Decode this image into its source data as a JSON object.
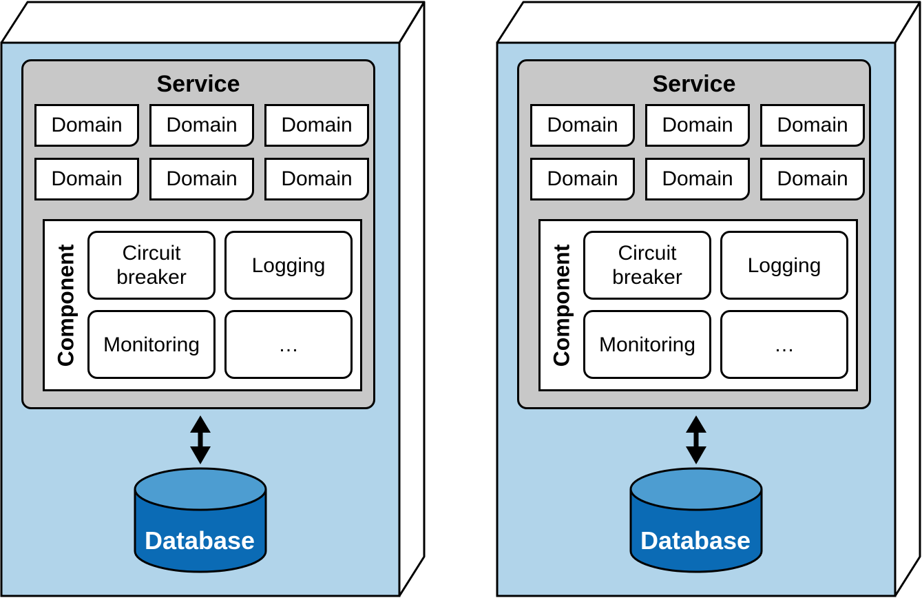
{
  "colors": {
    "container_fill": "#b1d4ea",
    "service_fill": "#c8c8c8",
    "database_body": "#0b6bb5",
    "database_top": "#4d9dd1",
    "stroke": "#000000"
  },
  "units": [
    {
      "service_title": "Service",
      "domains": [
        "Domain",
        "Domain",
        "Domain",
        "Domain",
        "Domain",
        "Domain"
      ],
      "component_label": "Component",
      "components": [
        {
          "line1": "Circuit",
          "line2": "breaker"
        },
        {
          "line1": "Logging",
          "line2": ""
        },
        {
          "line1": "Monitoring",
          "line2": ""
        },
        {
          "line1": "…",
          "line2": ""
        }
      ],
      "database_label": "Database"
    },
    {
      "service_title": "Service",
      "domains": [
        "Domain",
        "Domain",
        "Domain",
        "Domain",
        "Domain",
        "Domain"
      ],
      "component_label": "Component",
      "components": [
        {
          "line1": "Circuit",
          "line2": "breaker"
        },
        {
          "line1": "Logging",
          "line2": ""
        },
        {
          "line1": "Monitoring",
          "line2": ""
        },
        {
          "line1": "…",
          "line2": ""
        }
      ],
      "database_label": "Database"
    }
  ]
}
